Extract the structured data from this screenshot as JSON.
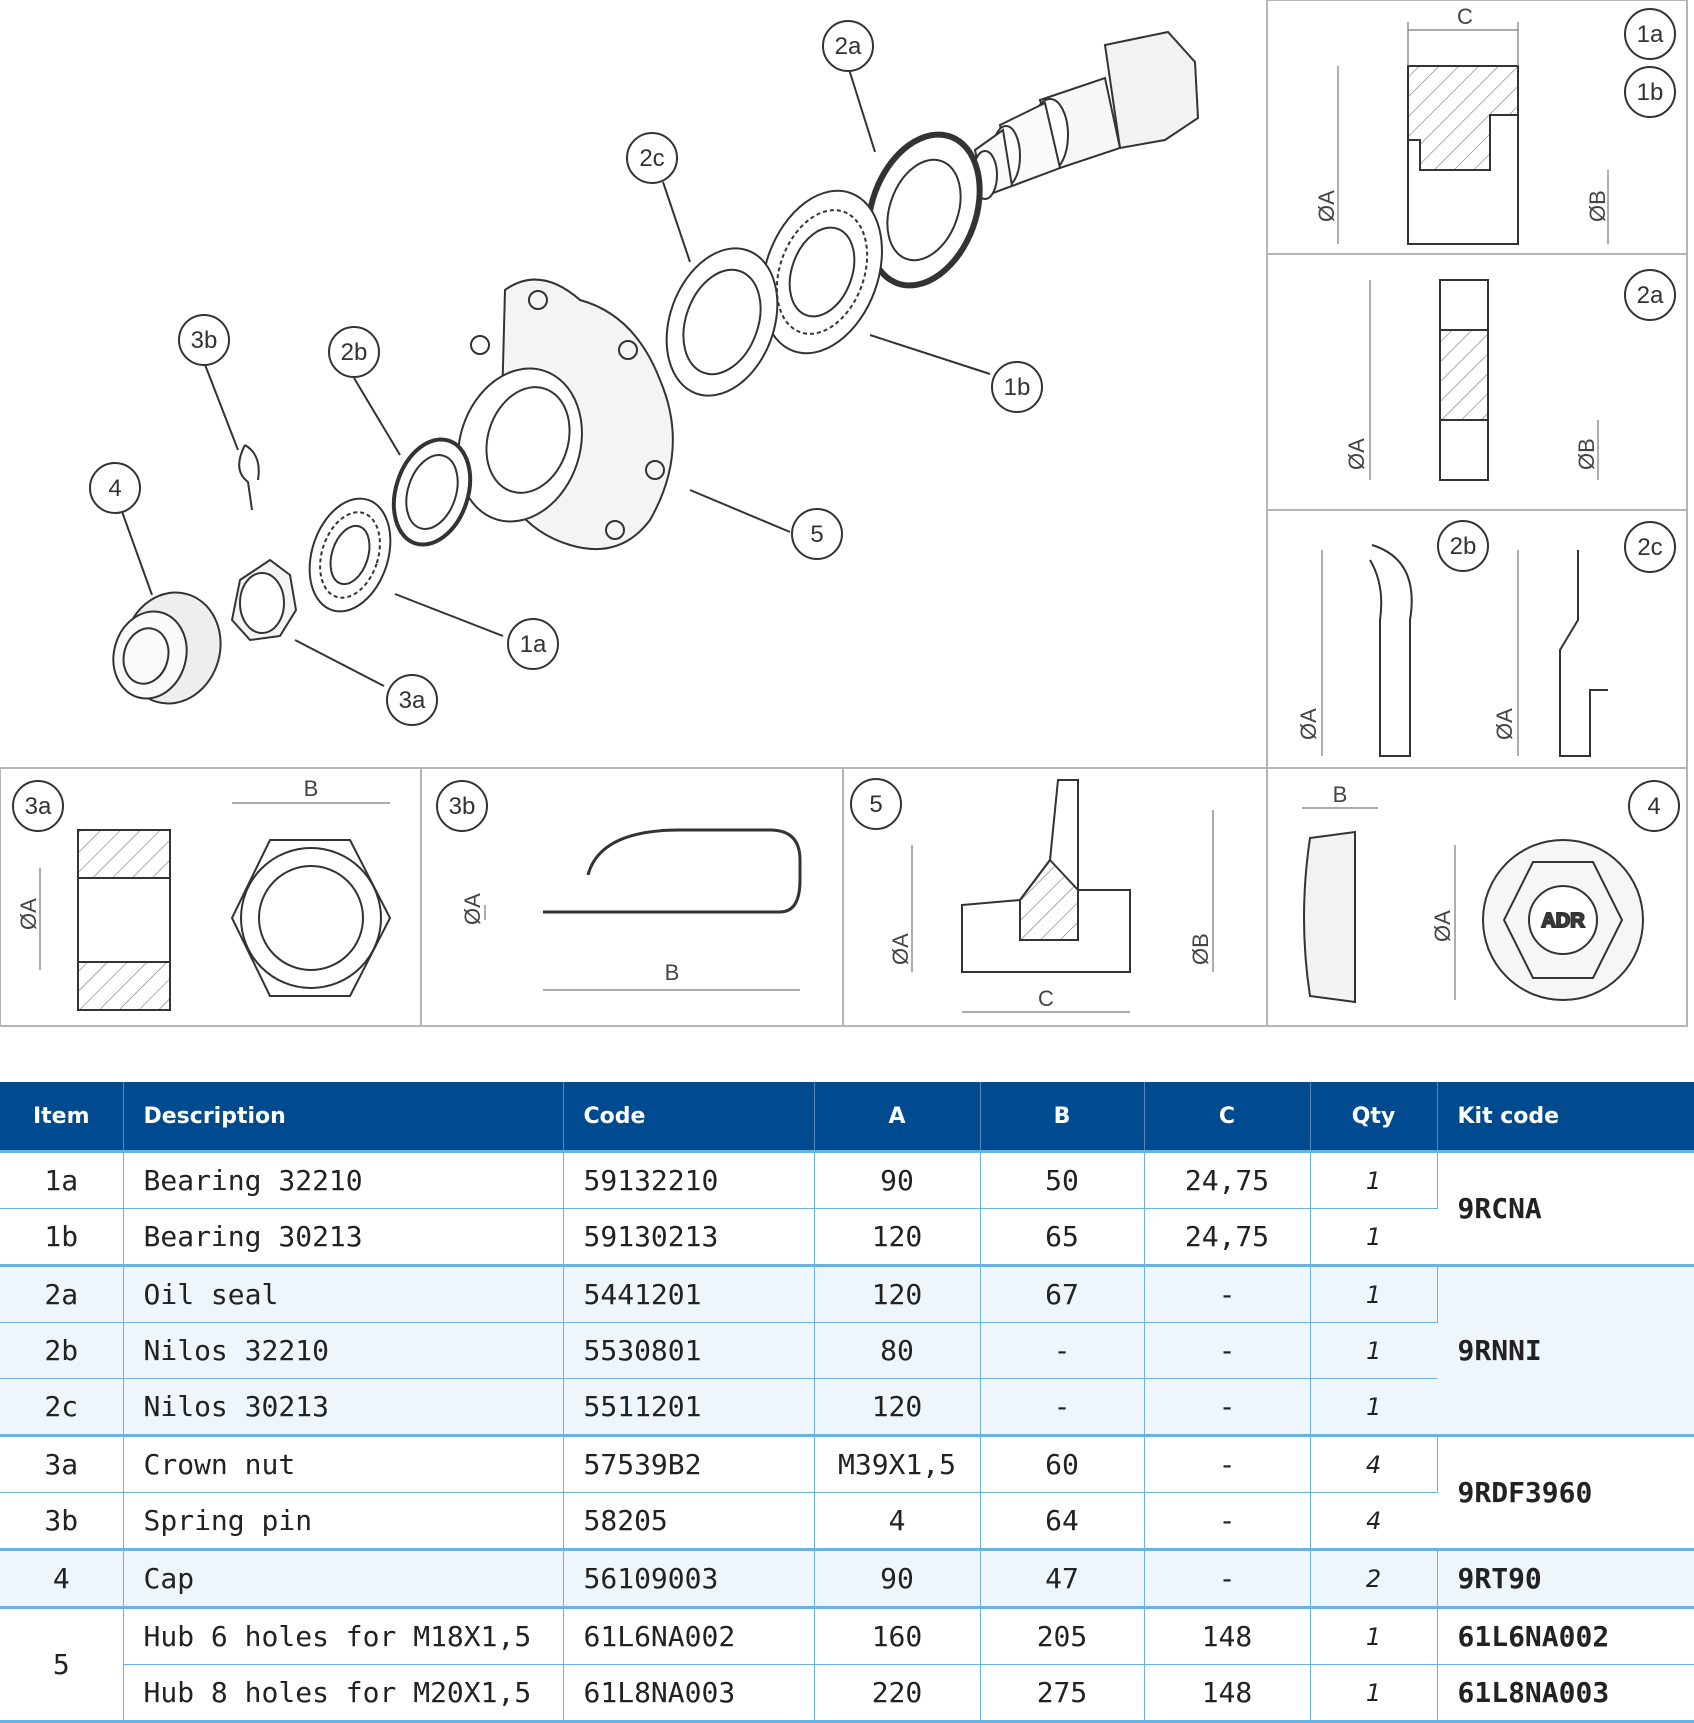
{
  "callouts": {
    "c1a": "1a",
    "c1b": "1b",
    "c2a": "2a",
    "c2b": "2b",
    "c2c": "2c",
    "c3a": "3a",
    "c3b": "3b",
    "c4": "4",
    "c5": "5"
  },
  "dims": {
    "A": "ØA",
    "B": "ØB",
    "Bplain": "B",
    "C": "C"
  },
  "cap_logo": "ADR",
  "table": {
    "headers": {
      "item": "Item",
      "description": "Description",
      "code": "Code",
      "a": "A",
      "b": "B",
      "c": "C",
      "qty": "Qty",
      "kit": "Kit code"
    },
    "rows": [
      {
        "item": "1a",
        "description": "Bearing 32210",
        "code": "59132210",
        "a": "90",
        "b": "50",
        "c": "24,75",
        "qty": "1"
      },
      {
        "item": "1b",
        "description": "Bearing 30213",
        "code": "59130213",
        "a": "120",
        "b": "65",
        "c": "24,75",
        "qty": "1"
      },
      {
        "item": "2a",
        "description": "Oil seal",
        "code": "5441201",
        "a": "120",
        "b": "67",
        "c": "-",
        "qty": "1"
      },
      {
        "item": "2b",
        "description": "Nilos 32210",
        "code": "5530801",
        "a": "80",
        "b": "-",
        "c": "-",
        "qty": "1"
      },
      {
        "item": "2c",
        "description": "Nilos 30213",
        "code": "5511201",
        "a": "120",
        "b": "-",
        "c": "-",
        "qty": "1"
      },
      {
        "item": "3a",
        "description": "Crown nut",
        "code": "57539B2",
        "a": "M39X1,5",
        "b": "60",
        "c": "-",
        "qty": "4"
      },
      {
        "item": "3b",
        "description": "Spring pin",
        "code": "58205",
        "a": "4",
        "b": "64",
        "c": "-",
        "qty": "4"
      },
      {
        "item": "4",
        "description": "Cap",
        "code": "56109003",
        "a": "90",
        "b": "47",
        "c": "-",
        "qty": "2"
      },
      {
        "item": "",
        "description": "Hub 6 holes for M18X1,5",
        "code": "61L6NA002",
        "a": "160",
        "b": "205",
        "c": "148",
        "qty": "1"
      },
      {
        "item": "",
        "description": "Hub 8 holes for M20X1,5",
        "code": "61L8NA003",
        "a": "220",
        "b": "275",
        "c": "148",
        "qty": "1"
      }
    ],
    "item5": "5",
    "kits": {
      "k1": "9RCNA",
      "k2": "9RNNI",
      "k3": "9RDF3960",
      "k4": "9RT90",
      "k5a": "61L6NA002",
      "k5b": "61L8NA003"
    }
  },
  "colors": {
    "header_bg": "#004a8f",
    "rule": "#6ab2e0",
    "shade": "#eef5fb",
    "line": "#333333",
    "frame": "#b5b5b5"
  }
}
